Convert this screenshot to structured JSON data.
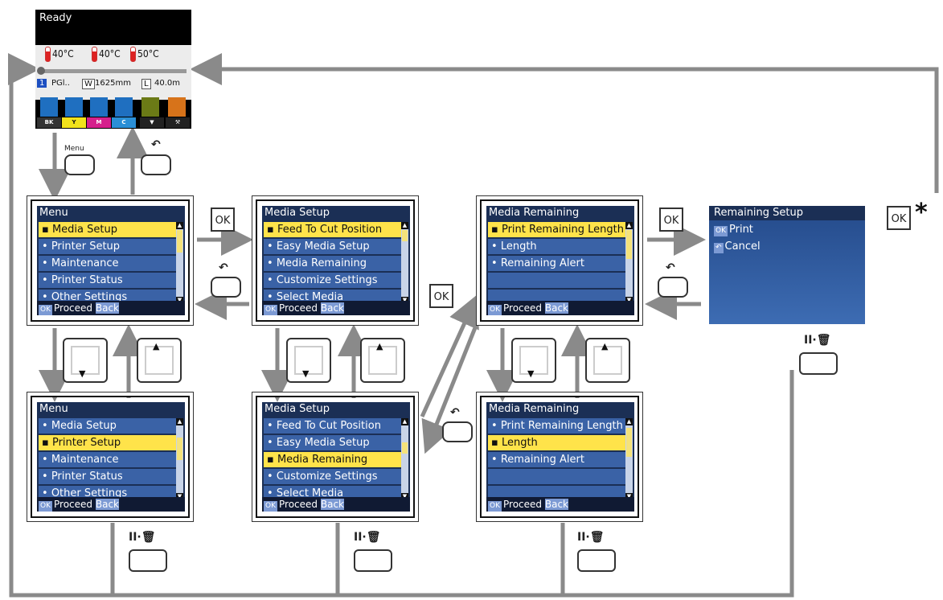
{
  "ready_panel": {
    "title": "Ready",
    "temps": [
      "40°C",
      "40°C",
      "50°C"
    ],
    "slot": "1",
    "paper_type": "PGl..",
    "width_label": "W",
    "width": "1625mm",
    "length_label": "L",
    "length": "40.0m",
    "inks": [
      "BK",
      "Y",
      "M",
      "C"
    ],
    "colors": {
      "bk": "#1f6fc0",
      "y": "#f2e21b",
      "m": "#d5208c",
      "c": "#2a8fd6",
      "olive": "#6b7a16",
      "orange": "#d7731a"
    }
  },
  "menu_top": {
    "title": "Menu",
    "items": [
      "Media Setup",
      "Printer Setup",
      "Maintenance",
      "Printer Status",
      "Other Settings"
    ],
    "footer_ok": "OK",
    "footer_text": "Proceed",
    "footer_back": "Back"
  },
  "menu_bottom": {
    "title": "Menu",
    "items": [
      "Media Setup",
      "Printer Setup",
      "Maintenance",
      "Printer Status",
      "Other Settings"
    ],
    "footer_ok": "OK",
    "footer_text": "Proceed",
    "footer_back": "Back"
  },
  "media_setup_top": {
    "title": "Media Setup",
    "items": [
      "Feed To Cut Position",
      "Easy Media Setup",
      "Media Remaining",
      "Customize Settings",
      "Select Media"
    ],
    "footer_ok": "OK",
    "footer_text": "Proceed",
    "footer_back": "Back"
  },
  "media_setup_bottom": {
    "title": "Media Setup",
    "items": [
      "Feed To Cut Position",
      "Easy Media Setup",
      "Media Remaining",
      "Customize Settings",
      "Select Media"
    ],
    "footer_ok": "OK",
    "footer_text": "Proceed",
    "footer_back": "Back"
  },
  "media_remaining_top": {
    "title": "Media Remaining",
    "items": [
      "Print Remaining Length",
      "Length",
      "Remaining Alert"
    ],
    "footer_ok": "OK",
    "footer_text": "Proceed",
    "footer_back": "Back"
  },
  "media_remaining_bottom": {
    "title": "Media Remaining",
    "items": [
      "Print Remaining Length",
      "Length",
      "Remaining Alert"
    ],
    "footer_ok": "OK",
    "footer_text": "Proceed",
    "footer_back": "Back"
  },
  "remaining_setup": {
    "title": "Remaining Setup",
    "ok_label": "OK",
    "print": "Print",
    "cancel": "Cancel"
  },
  "buttons": {
    "menu": "Menu",
    "ok": "OK",
    "star": "*"
  }
}
